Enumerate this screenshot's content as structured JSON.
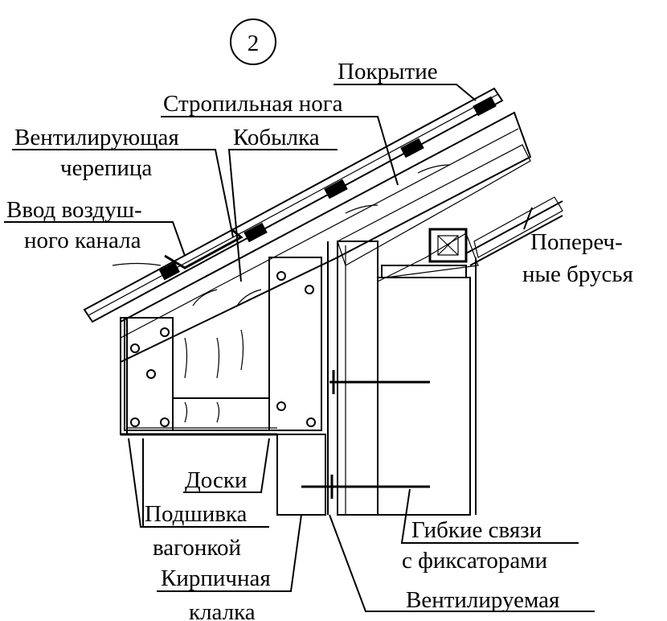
{
  "drawing": {
    "number": "2",
    "labels": {
      "covering": "Покрытие",
      "rafter": "Стропильная нога",
      "vent_tile_1": "Вентилирующая",
      "vent_tile_2": "черепица",
      "kobylka": "Кобылка",
      "air_inlet_1": "Ввод воздуш-",
      "air_inlet_2": "ного канала",
      "cross_beams_1": "Попереч-",
      "cross_beams_2": "ные брусья",
      "boards": "Доски",
      "soffit_1": "Подшивка",
      "soffit_2": "вагонкой",
      "brick_1": "Кирпичная",
      "brick_2": "клалка",
      "ties_1": "Гибкие связи",
      "ties_2": "с фиксаторами",
      "ventilated": "Вентилируемая"
    }
  }
}
